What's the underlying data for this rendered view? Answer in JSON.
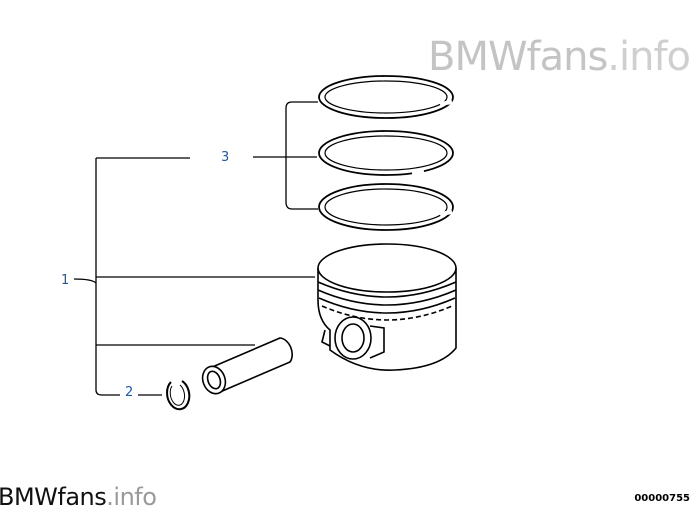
{
  "watermark_top": {
    "brand": "BMWfans",
    "tld": ".info"
  },
  "watermark_bottom": {
    "brand": "BMWfans",
    "tld": ".info"
  },
  "callouts": {
    "piston_set": "1",
    "circlip": "2",
    "piston_rings": "3"
  },
  "diagram_id": "00000755",
  "colors": {
    "callout": "#1f5aa0",
    "line": "#000000",
    "watermark": "#c4c4c4"
  },
  "parts": [
    "piston-ring-icon",
    "piston-ring-icon",
    "piston-ring-icon",
    "piston-icon",
    "piston-pin-icon",
    "circlip-icon"
  ]
}
